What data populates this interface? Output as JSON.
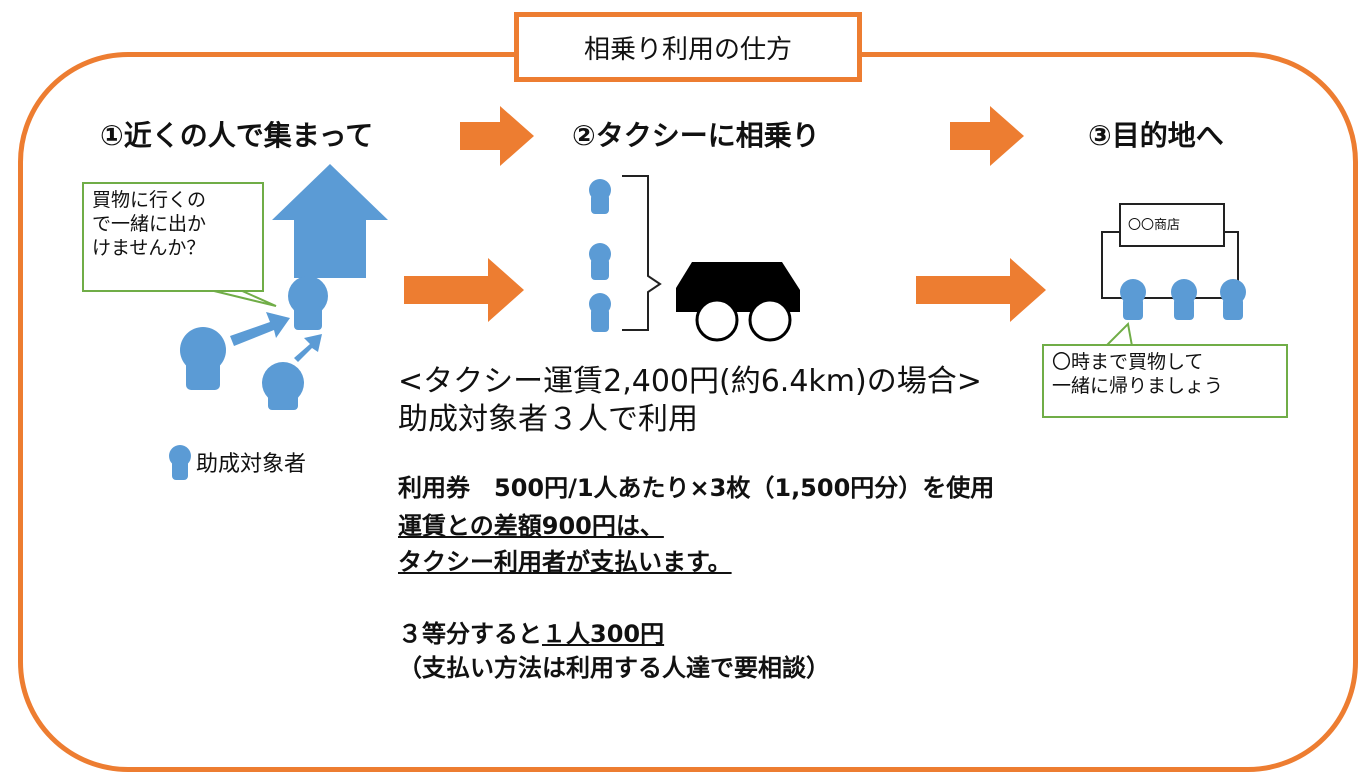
{
  "title": "相乗り利用の仕方",
  "steps": {
    "step1": "①近くの人で集まって",
    "step2": "②タクシーに相乗り",
    "step3": "③目的地へ"
  },
  "bubble_left": {
    "line1": "買物に行くの",
    "line2": "で一緒に出か",
    "line3": "けませんか？"
  },
  "shop_sign": "〇〇商店",
  "bubble_right": {
    "line1": "〇時まで買物して",
    "line2": "一緒に帰りましょう"
  },
  "legend_label": "助成対象者",
  "fare_title": "<タクシー運賃2,400円(約6.4km)の場合>",
  "fare_subtitle": "助成対象者３人で利用",
  "details": {
    "line1": "利用券　500円/1人あたり×3枚（1,500円分）を使用",
    "line2": "運賃との差額900円は、",
    "line3": "タクシー利用者が支払います。",
    "line4_prefix": "３等分すると",
    "line4_highlight": "１人300円",
    "line5": "（支払い方法は利用する人達で要相談）"
  },
  "colors": {
    "frame": "#ED7D31",
    "arrow": "#ED7D31",
    "person": "#5B9BD5",
    "bubble_border": "#70AD47"
  }
}
